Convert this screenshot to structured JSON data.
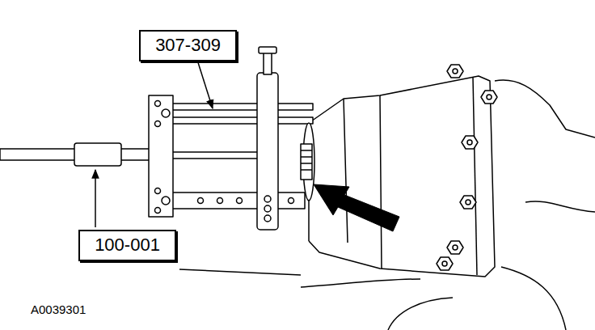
{
  "diagram": {
    "nodes": [
      {
        "text": [
          "307-309"
        ]
      },
      {
        "text": [
          "100-001"
        ]
      }
    ],
    "labels": [
      "A0039301"
    ]
  }
}
